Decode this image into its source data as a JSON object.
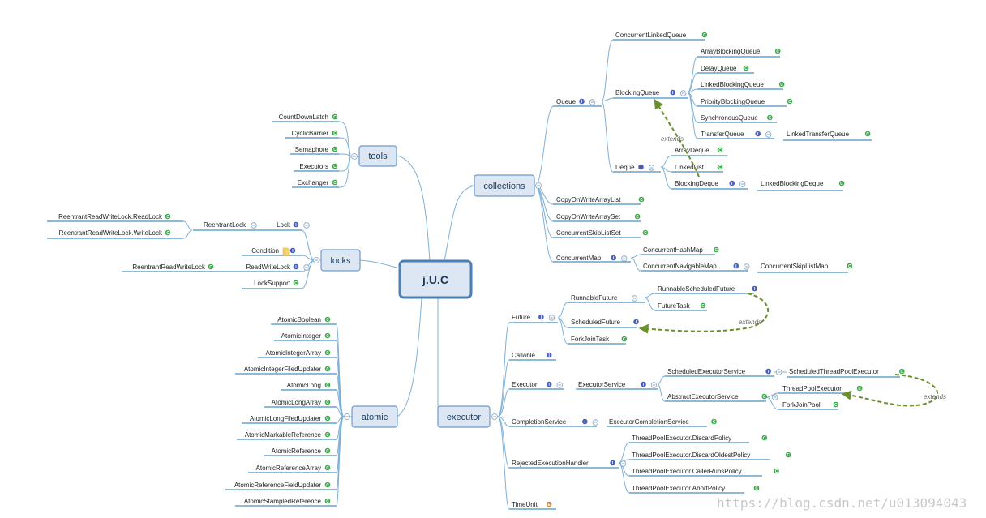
{
  "center": "j.U.C",
  "colors": {
    "class": "#3aa84a",
    "interface": "#4a5fb8",
    "enum": "#d08a2a",
    "extends": "#6b8f2e"
  },
  "groups": {
    "tools": {
      "label": "tools",
      "items": [
        "CountDownLatch",
        "CyclicBarrier",
        "Semaphore",
        "Executors",
        "Exchanger"
      ]
    },
    "collections": {
      "label": "collections"
    },
    "locks": {
      "label": "locks"
    },
    "atomic": {
      "label": "atomic",
      "items": [
        "AtomicBoolean",
        "AtomicInteger",
        "AtomicIntegerArray",
        "AtomicIntegerFiledUpdater",
        "AtomicLong",
        "AtomicLongArray",
        "AtomicLongFiledUpdater",
        "AtomicMarkableReference",
        "AtomicReference",
        "AtomicReferenceArray",
        "AtomicReferenceFieldUpdater",
        "AtomicStampledReference"
      ]
    },
    "executor": {
      "label": "executor"
    }
  },
  "extends_label": "extends",
  "watermark": "https://blog.csdn.net/u013094043",
  "nodes": [
    {
      "id": "ConcurrentLinkedQueue",
      "text": "ConcurrentLinkedQueue",
      "icon": "class"
    },
    {
      "id": "ArrayBlockingQueue",
      "text": "ArrayBlockingQueue",
      "icon": "class"
    },
    {
      "id": "DelayQueue",
      "text": "DelayQueue",
      "icon": "class"
    },
    {
      "id": "LinkedBlockingQueue",
      "text": "LinkedBlockingQueue",
      "icon": "class"
    },
    {
      "id": "PriorityBlockingQueue",
      "text": "PriorityBlockingQueue",
      "icon": "class"
    },
    {
      "id": "SynchronousQueue",
      "text": "SynchronousQueue",
      "icon": "class"
    },
    {
      "id": "TransferQueue",
      "text": "TransferQueue",
      "icon": "interface",
      "collapse": true
    },
    {
      "id": "LinkedTransferQueue",
      "text": "LinkedTransferQueue",
      "icon": "class"
    },
    {
      "id": "BlockingQueue",
      "text": "BlockingQueue",
      "icon": "interface",
      "collapse": true
    },
    {
      "id": "Queue",
      "text": "Queue",
      "icon": "interface",
      "collapse": true
    },
    {
      "id": "ArrayDeque",
      "text": "ArrayDeque",
      "icon": "class"
    },
    {
      "id": "LinkedList",
      "text": "LinkedList",
      "icon": "class"
    },
    {
      "id": "BlockingDeque",
      "text": "BlockingDeque",
      "icon": "interface",
      "collapse": true
    },
    {
      "id": "LinkedBlockingDeque",
      "text": "LinkedBlockingDeque",
      "icon": "class"
    },
    {
      "id": "Deque",
      "text": "Deque",
      "icon": "interface",
      "collapse": true
    },
    {
      "id": "CopyOnWriteArrayList",
      "text": "CopyOnWriteArrayList",
      "icon": "class"
    },
    {
      "id": "CopyOnWriteArraySet",
      "text": "CopyOnWriteArraySet",
      "icon": "class"
    },
    {
      "id": "ConcurrentSkipListSet",
      "text": "ConcurrentSkipListSet",
      "icon": "class"
    },
    {
      "id": "ConcurrentHashMap",
      "text": "ConcurrentHashMap",
      "icon": "class"
    },
    {
      "id": "ConcurrentNavigableMap",
      "text": "ConcurrentNavigableMap",
      "icon": "interface",
      "collapse": true
    },
    {
      "id": "ConcurrentSkipListMap",
      "text": "ConcurrentSkipListMap",
      "icon": "class"
    },
    {
      "id": "ConcurrentMap",
      "text": "ConcurrentMap",
      "icon": "interface",
      "collapse": true
    },
    {
      "id": "ReentrantLockReadLock",
      "text": "ReentrantReadWriteLock.ReadLock",
      "icon": "class"
    },
    {
      "id": "ReentrantLockWriteLock",
      "text": "ReentrantReadWriteLock.WriteLock",
      "icon": "class"
    },
    {
      "id": "ReentrantLock",
      "text": "ReentrantLock",
      "collapse": true
    },
    {
      "id": "Lock",
      "text": "Lock",
      "icon": "interface",
      "collapse": true
    },
    {
      "id": "Condition",
      "text": "Condition",
      "icon": "interface",
      "note": true
    },
    {
      "id": "ReentrantReadWriteLock",
      "text": "ReentrantReadWriteLock",
      "icon": "class"
    },
    {
      "id": "ReadWriteLock",
      "text": "ReadWriteLock",
      "icon": "interface",
      "collapse": true
    },
    {
      "id": "LockSupport",
      "text": "LockSupport",
      "icon": "class"
    },
    {
      "id": "RunnableScheduledFuture",
      "text": "RunnableScheduledFuture",
      "icon": "interface"
    },
    {
      "id": "FutureTask",
      "text": "FutureTask",
      "icon": "class"
    },
    {
      "id": "RunnableFuture",
      "text": "RunnableFuture",
      "collapse": true
    },
    {
      "id": "ScheduledFuture",
      "text": "ScheduledFuture",
      "icon": "interface"
    },
    {
      "id": "ForkJoinTask",
      "text": "ForkJoinTask",
      "icon": "class"
    },
    {
      "id": "Future",
      "text": "Future",
      "icon": "interface",
      "collapse": true
    },
    {
      "id": "Callable",
      "text": "Callable",
      "icon": "interface"
    },
    {
      "id": "ScheduledExecutorService",
      "text": "ScheduledExecutorService",
      "icon": "interface",
      "collapse": true
    },
    {
      "id": "ScheduledThreadPoolExecutor",
      "text": "ScheduledThreadPoolExecutor",
      "icon": "class"
    },
    {
      "id": "AbstractExecutorService",
      "text": "AbstractExecutorService",
      "icon": "class",
      "collapse": true
    },
    {
      "id": "ThreadPoolExecutor",
      "text": "ThreadPoolExecutor",
      "icon": "class"
    },
    {
      "id": "ForkJoinPool",
      "text": "ForkJoinPool",
      "icon": "class"
    },
    {
      "id": "ExecutorService",
      "text": "ExecutorService",
      "icon": "interface",
      "collapse": true
    },
    {
      "id": "Executor",
      "text": "Executor",
      "icon": "interface",
      "collapse": true
    },
    {
      "id": "ExecutorCompletionService",
      "text": "ExecutorCompletionService",
      "icon": "class"
    },
    {
      "id": "CompletionService",
      "text": "CompletionService",
      "icon": "interface",
      "collapse": true
    },
    {
      "id": "DiscardPolicy",
      "text": "ThreadPoolExecutor.DiscardPolicy",
      "icon": "class"
    },
    {
      "id": "DiscardOldestPolicy",
      "text": "ThreadPoolExecutor.DiscardOldestPolicy",
      "icon": "class"
    },
    {
      "id": "CallerRunsPolicy",
      "text": "ThreadPoolExecutor.CallerRunsPolicy",
      "icon": "class"
    },
    {
      "id": "AbortPolicy",
      "text": "ThreadPoolExecutor.AbortPolicy",
      "icon": "class"
    },
    {
      "id": "RejectedExecutionHandler",
      "text": "RejectedExecutionHandler",
      "icon": "interface",
      "collapse": true
    },
    {
      "id": "TimeUnit",
      "text": "TimeUnit",
      "icon": "enum"
    }
  ]
}
